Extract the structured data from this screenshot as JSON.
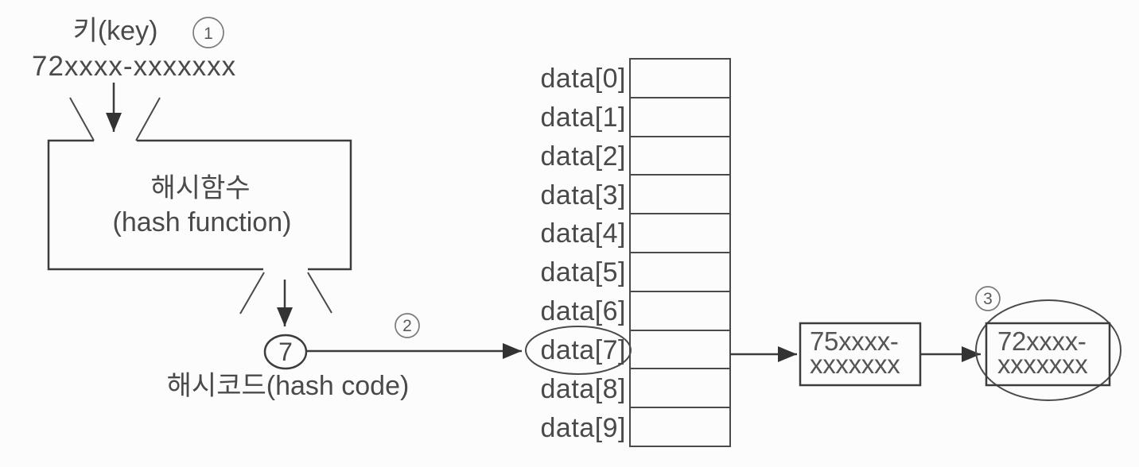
{
  "diagram": {
    "key": {
      "label": "키(key)",
      "value": "72xxxx-xxxxxxx"
    },
    "steps": {
      "step1": "1",
      "step2": "2",
      "step3": "3"
    },
    "hash_function": {
      "name_ko": "해시함수",
      "name_en": "(hash function)"
    },
    "hash_code": {
      "value": "7",
      "label": "해시코드(hash code)"
    },
    "hash_table": {
      "rows": [
        "data[0]",
        "data[1]",
        "data[2]",
        "data[3]",
        "data[4]",
        "data[5]",
        "data[6]",
        "data[7]",
        "data[8]",
        "data[9]"
      ],
      "selected_row": "data[7]"
    },
    "nodes": {
      "first": {
        "line1": "75xxxx-",
        "line2": "xxxxxxx"
      },
      "found": {
        "line1": "72xxxx-",
        "line2": "xxxxxxx"
      }
    }
  }
}
